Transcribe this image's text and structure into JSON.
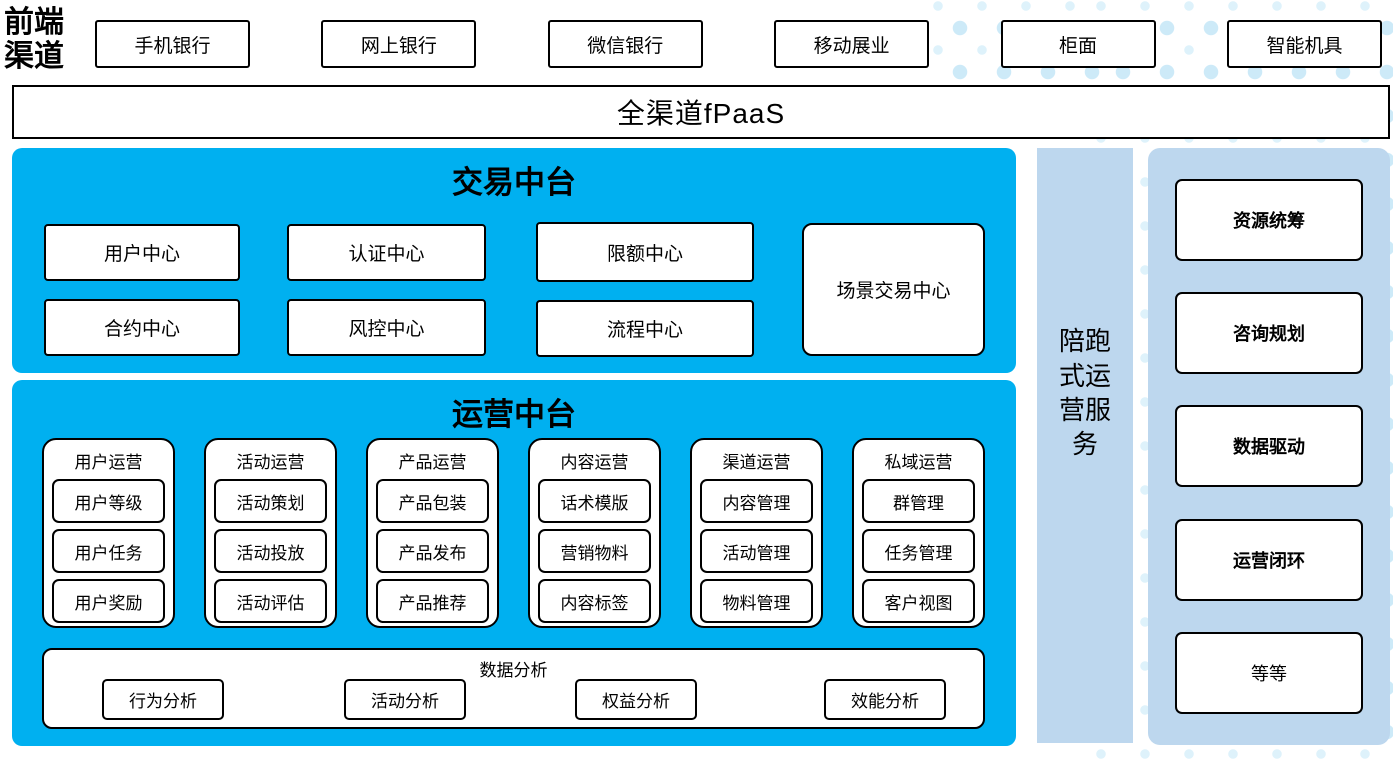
{
  "front": {
    "label": "前端渠道"
  },
  "channels": {
    "items": [
      "手机银行",
      "网上银行",
      "微信银行",
      "移动展业",
      "柜面",
      "智能机具"
    ]
  },
  "fpaas": {
    "label": "全渠道fPaaS"
  },
  "transaction": {
    "title": "交易中台",
    "boxes": [
      "用户中心",
      "认证中心",
      "限额中心",
      "合约中心",
      "风控中心",
      "流程中心"
    ],
    "scenario": "场景交易中心"
  },
  "operation": {
    "title": "运营中台",
    "columns": [
      {
        "header": "用户运营",
        "items": [
          "用户等级",
          "用户任务",
          "用户奖励"
        ]
      },
      {
        "header": "活动运营",
        "items": [
          "活动策划",
          "活动投放",
          "活动评估"
        ]
      },
      {
        "header": "产品运营",
        "items": [
          "产品包装",
          "产品发布",
          "产品推荐"
        ]
      },
      {
        "header": "内容运营",
        "items": [
          "话术模版",
          "营销物料",
          "内容标签"
        ]
      },
      {
        "header": "渠道运营",
        "items": [
          "内容管理",
          "活动管理",
          "物料管理"
        ]
      },
      {
        "header": "私域运营",
        "items": [
          "群管理",
          "任务管理",
          "客户视图"
        ]
      }
    ],
    "analysis": {
      "header": "数据分析",
      "items": [
        "行为分析",
        "活动分析",
        "权益分析",
        "效能分析"
      ]
    }
  },
  "side_service": {
    "label": "陪跑式运营服务"
  },
  "services": {
    "items": [
      "资源统筹",
      "咨询规划",
      "数据驱动",
      "运营闭环",
      "等等"
    ]
  },
  "colors": {
    "accent_blue": "#00B0F0",
    "light_blue": "#BDD7EE",
    "dot_blue": "#CDEAF8",
    "border": "#000000"
  }
}
